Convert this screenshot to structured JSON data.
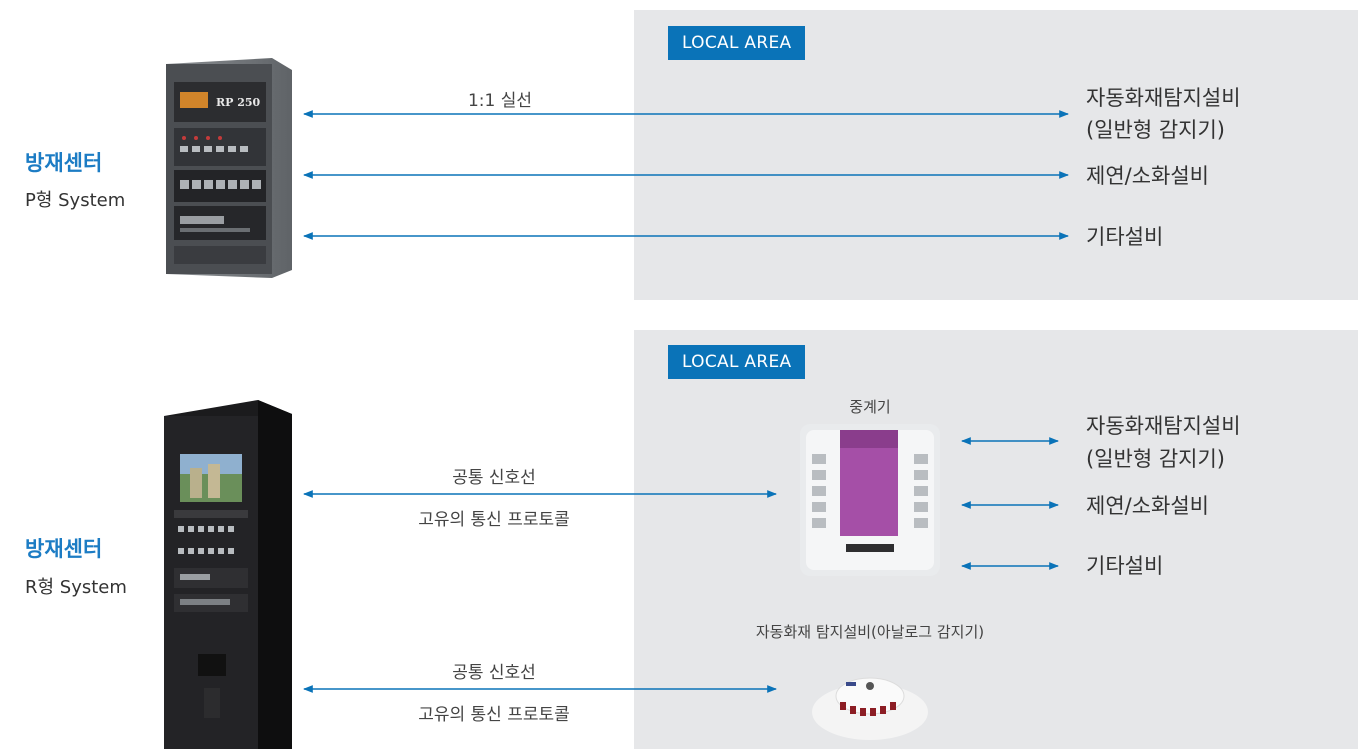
{
  "top": {
    "area_label": "LOCAL AREA",
    "center_title": "방재센터",
    "center_subtitle": "P형 System",
    "line_label": "1:1 실선",
    "device_panel_text": "RP 250",
    "targets": [
      "자동화재탐지설비",
      "(일반형 감지기)",
      "제연/소화설비",
      "기타설비"
    ]
  },
  "bottom": {
    "area_label": "LOCAL AREA",
    "center_title": "방재센터",
    "center_subtitle": "R형 System",
    "relay_label": "중계기",
    "link1": [
      "공통 신호선",
      "고유의 통신 프로토콜"
    ],
    "link2": [
      "공통 신호선",
      "고유의 통신 프로토콜"
    ],
    "detector_label": "자동화재 탐지설비(아날로그 감지기)",
    "targets": [
      "자동화재탐지설비",
      "(일반형 감지기)",
      "제연/소화설비",
      "기타설비"
    ]
  },
  "colors": {
    "accent": "#0a73b8",
    "panel": "#e6e7e9",
    "center_title": "#1c7cc4"
  }
}
